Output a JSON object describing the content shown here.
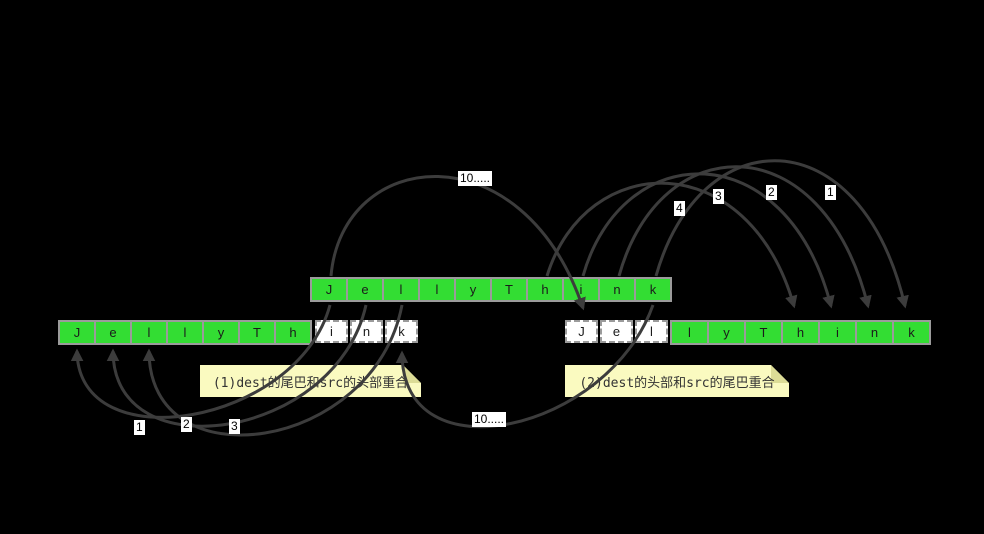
{
  "arrays": {
    "src": {
      "cells": [
        "J",
        "e",
        "l",
        "l",
        "y",
        "T",
        "h",
        "i",
        "n",
        "k"
      ]
    },
    "dest_case1": {
      "green_cells": [
        "J",
        "e",
        "l",
        "l",
        "y",
        "T",
        "h"
      ],
      "overlap_cells": [
        "i",
        "n",
        "k"
      ]
    },
    "dest_case2": {
      "overlap_cells": [
        "J",
        "e",
        "l"
      ],
      "green_cells": [
        "l",
        "y",
        "T",
        "h",
        "i",
        "n",
        "k"
      ]
    }
  },
  "notes": {
    "case1": "(1)dest的尾巴和src的头部重合",
    "case2": "(2)dest的头部和src的尾巴重合"
  },
  "copy_order_labels": {
    "case2_top": [
      "1",
      "2",
      "3",
      "4"
    ],
    "case2_tenth": "10.....",
    "case1_bottom": [
      "1",
      "2",
      "3"
    ],
    "case1_tenth": "10....."
  },
  "colors": {
    "background": "#000000",
    "cell_green": "#33dd33",
    "cell_border_gray": "#9b9b9b",
    "overlap_cell_white": "#ffffff",
    "arc_gray": "#3c3c3c",
    "note_yellow": "#fafac0",
    "note_fold": "#dcdc96",
    "label_white": "#ffffff"
  }
}
